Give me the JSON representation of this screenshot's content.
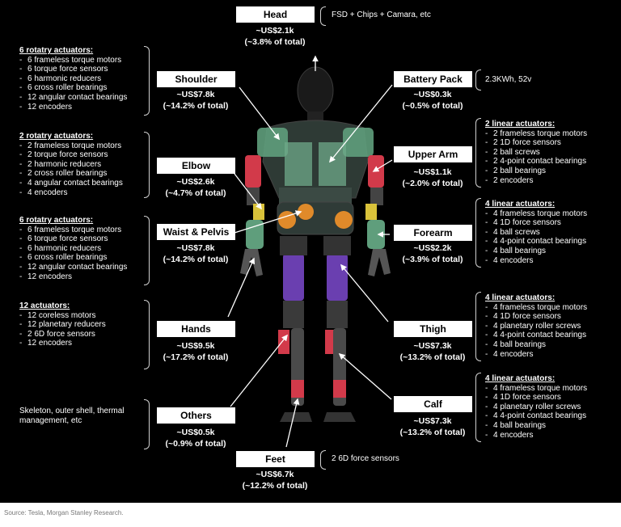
{
  "parts": [
    {
      "id": "head",
      "name": "Head",
      "cost": "~US$2.1k",
      "share": "(~3.8% of total)",
      "note": "FSD + Chips + Camara, etc"
    },
    {
      "id": "shoulder",
      "name": "Shoulder",
      "cost": "~US$7.8k",
      "share": "(~14.2% of total)",
      "heading": "6 rotatry actuators:",
      "items": [
        "6 frameless torque motors",
        "6 torque force sensors",
        "6 harmonic reducers",
        "6 cross roller bearings",
        "12 angular contact bearings",
        "12 encoders"
      ]
    },
    {
      "id": "elbow",
      "name": "Elbow",
      "cost": "~US$2.6k",
      "share": "(~4.7% of total)",
      "heading": "2 rotatry actuators:",
      "items": [
        "2 frameless torque motors",
        "2 torque force sensors",
        "2 harmonic reducers",
        "2 cross roller bearings",
        "4 angular contact bearings",
        "4 encoders"
      ]
    },
    {
      "id": "waist",
      "name": "Waist & Pelvis",
      "cost": "~US$7.8k",
      "share": "(~14.2% of total)",
      "heading": "6 rotatry actuators:",
      "items": [
        "6 frameless torque motors",
        "6 torque force sensors",
        "6 harmonic reducers",
        "6 cross roller bearings",
        "12 angular contact bearings",
        "12 encoders"
      ]
    },
    {
      "id": "hands",
      "name": "Hands",
      "cost": "~US$9.5k",
      "share": "(~17.2% of total)",
      "heading": "12 actuators:",
      "items": [
        "12 coreless motors",
        "12 planetary reducers",
        "2 6D force sensors",
        "12 encoders"
      ]
    },
    {
      "id": "others",
      "name": "Others",
      "cost": "~US$0.5k",
      "share": "(~0.9% of total)",
      "note": "Skeleton, outer shell, thermal management, etc"
    },
    {
      "id": "feet",
      "name": "Feet",
      "cost": "~US$6.7k",
      "share": "(~12.2% of total)",
      "note": "2 6D force sensors"
    },
    {
      "id": "battery",
      "name": "Battery Pack",
      "cost": "~US$0.3k",
      "share": "(~0.5% of total)",
      "note": "2.3KWh, 52v"
    },
    {
      "id": "upperarm",
      "name": "Upper Arm",
      "cost": "~US$1.1k",
      "share": "(~2.0% of total)",
      "heading": "2 linear actuators:",
      "items": [
        "2 frameless torque motors",
        "2 1D force sensors",
        "2 ball screws",
        "2 4-point contact bearings",
        "2 ball bearings",
        "2 encoders"
      ]
    },
    {
      "id": "forearm",
      "name": "Forearm",
      "cost": "~US$2.2k",
      "share": "(~3.9% of total)",
      "heading": "4 linear actuators:",
      "items": [
        "4 frameless torque motors",
        "4 1D force sensors",
        "4 ball screws",
        "4 4-point contact bearings",
        "4 ball bearings",
        "4 encoders"
      ]
    },
    {
      "id": "thigh",
      "name": "Thigh",
      "cost": "~US$7.3k",
      "share": "(~13.2% of total)",
      "heading": "4 linear actuators:",
      "items": [
        "4 frameless torque motors",
        "4 1D force sensors",
        "4 planetary roller screws",
        "4 4-point contact bearings",
        "4 ball bearings",
        "4 encoders"
      ]
    },
    {
      "id": "calf",
      "name": "Calf",
      "cost": "~US$7.3k",
      "share": "(~13.2% of total)",
      "heading": "4 linear actuators:",
      "items": [
        "4 frameless torque motors",
        "4 1D force sensors",
        "4 planetary roller screws",
        "4 4-point contact bearings",
        "4 ball bearings",
        "4 encoders"
      ]
    }
  ],
  "source": "Source: Tesla, Morgan Stanley Research.",
  "colors": {
    "background": "#000000",
    "box": "#ffffff",
    "shell": "#5f9e7c",
    "thigh": "#6a3fb0",
    "accent_red": "#d23a4a",
    "accent_yellow": "#d9c23a",
    "accent_orange": "#e08a2a"
  }
}
